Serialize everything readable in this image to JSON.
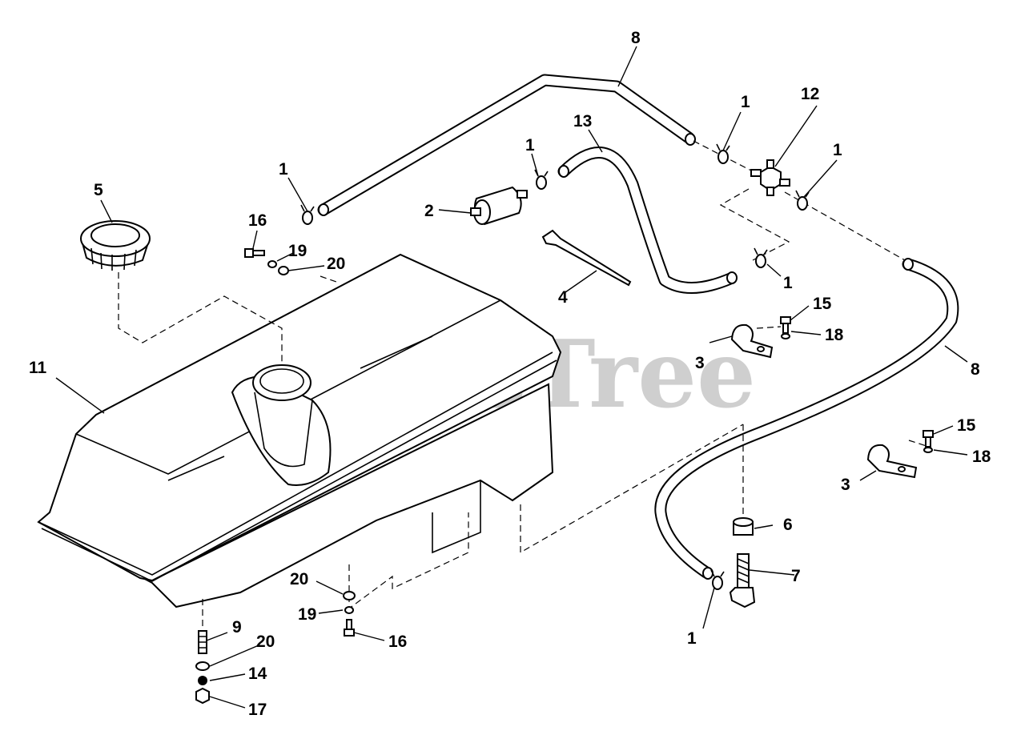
{
  "watermark": "PartsTree",
  "callouts": {
    "c1a": "1",
    "c1b": "1",
    "c1c": "1",
    "c1d": "1",
    "c1e": "1",
    "c1f": "1",
    "c2": "2",
    "c3a": "3",
    "c3b": "3",
    "c4": "4",
    "c5": "5",
    "c6": "6",
    "c7": "7",
    "c8a": "8",
    "c8b": "8",
    "c9": "9",
    "c11": "11",
    "c12": "12",
    "c13": "13",
    "c14": "14",
    "c15a": "15",
    "c15b": "15",
    "c16a": "16",
    "c16b": "16",
    "c17": "17",
    "c18a": "18",
    "c18b": "18",
    "c19a": "19",
    "c19b": "19",
    "c20a": "20",
    "c20b": "20",
    "c20c": "20"
  },
  "icons": [
    "fuel-tank-icon",
    "fuel-cap-icon",
    "fuel-filter-icon",
    "hose-clamp-icon",
    "cross-fitting-icon",
    "cable-tie-icon",
    "p-clip-icon",
    "bolt-icon",
    "washer-icon",
    "nut-icon",
    "elbow-fitting-icon",
    "bushing-icon",
    "stud-icon"
  ]
}
